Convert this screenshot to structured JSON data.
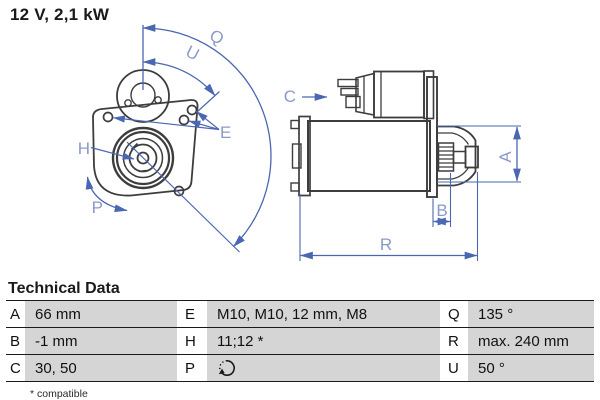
{
  "header": {
    "title": "12 V, 2,1 kW"
  },
  "drawing": {
    "labels": {
      "q": "Q",
      "u": "U",
      "e": "E",
      "h": "H",
      "p": "P",
      "c": "C",
      "a": "A",
      "b": "B",
      "r": "R"
    },
    "views": {
      "front": "starter-front-view-drawing",
      "side": "starter-side-view-drawing"
    },
    "colors": {
      "dimension_line": "#4a67b2",
      "dimension_label": "#8b9ac8",
      "outline": "#3d3d3d"
    }
  },
  "technical_data": {
    "heading": "Technical Data",
    "rows": [
      [
        "A",
        "66 mm",
        "E",
        "M10, M10, 12 mm, M8",
        "Q",
        "135 °"
      ],
      [
        "B",
        "-1 mm",
        "H",
        "11;12 *",
        "R",
        "max. 240 mm"
      ],
      [
        "C",
        "30, 50",
        "P",
        "",
        "U",
        "50 °"
      ]
    ],
    "p_icon": "rotation-direction-icon",
    "footnote": "* compatible",
    "colors": {
      "cell_background": "#d5d5d5",
      "border": "#1a1a1a"
    }
  }
}
